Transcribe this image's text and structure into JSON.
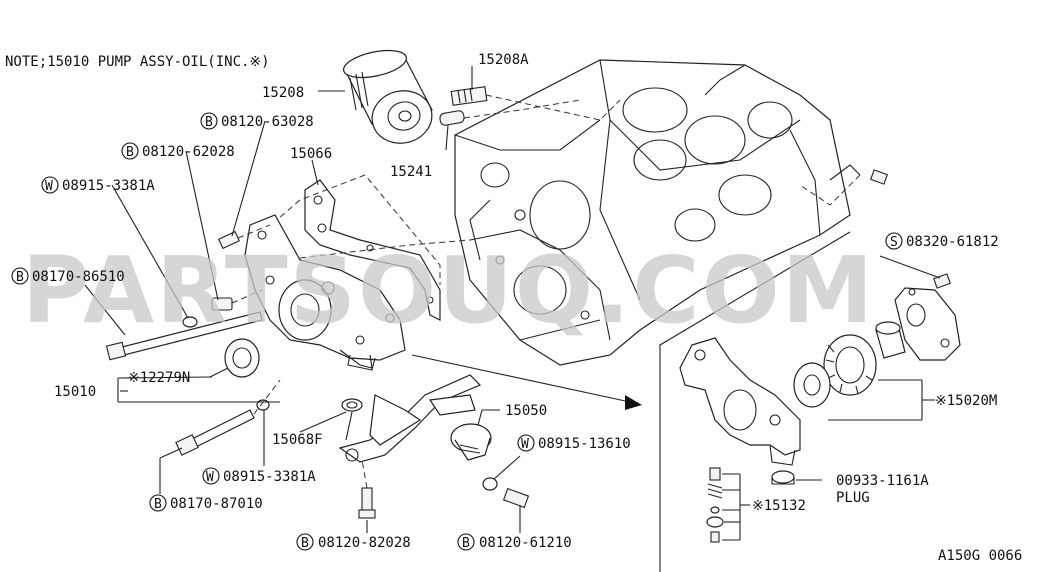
{
  "note": "NOTE;15010  PUMP ASSY-OIL(INC.※)",
  "watermark": "PARTSOUQ.COM",
  "diagram_id": "A150G 0066",
  "colors": {
    "line": "#222222",
    "watermark": "#c8c8c8"
  },
  "labels": {
    "p15208A": "15208A",
    "p15208": "15208",
    "p15241": "15241",
    "p15066": "15066",
    "p08120_63028": "08120-63028",
    "p08120_62028": "08120-62028",
    "p08915_3381A_top": "08915-3381A",
    "p08170_86510": "08170-86510",
    "p15010": "15010",
    "p12279N": "※12279N",
    "p15068F": "15068F",
    "p15050": "15050",
    "p08915_13610": "08915-13610",
    "p08915_3381A_bottom": "08915-3381A",
    "p08170_87010": "08170-87010",
    "p08120_82028": "08120-82028",
    "p08120_61210": "08120-61210",
    "p08320_61812": "08320-61812",
    "p15020M": "※15020M",
    "p00933_1161A": "00933-1161A",
    "plug": "PLUG",
    "p15132": "※15132"
  },
  "prefixes": {
    "B": "B",
    "W": "W",
    "S": "S"
  }
}
